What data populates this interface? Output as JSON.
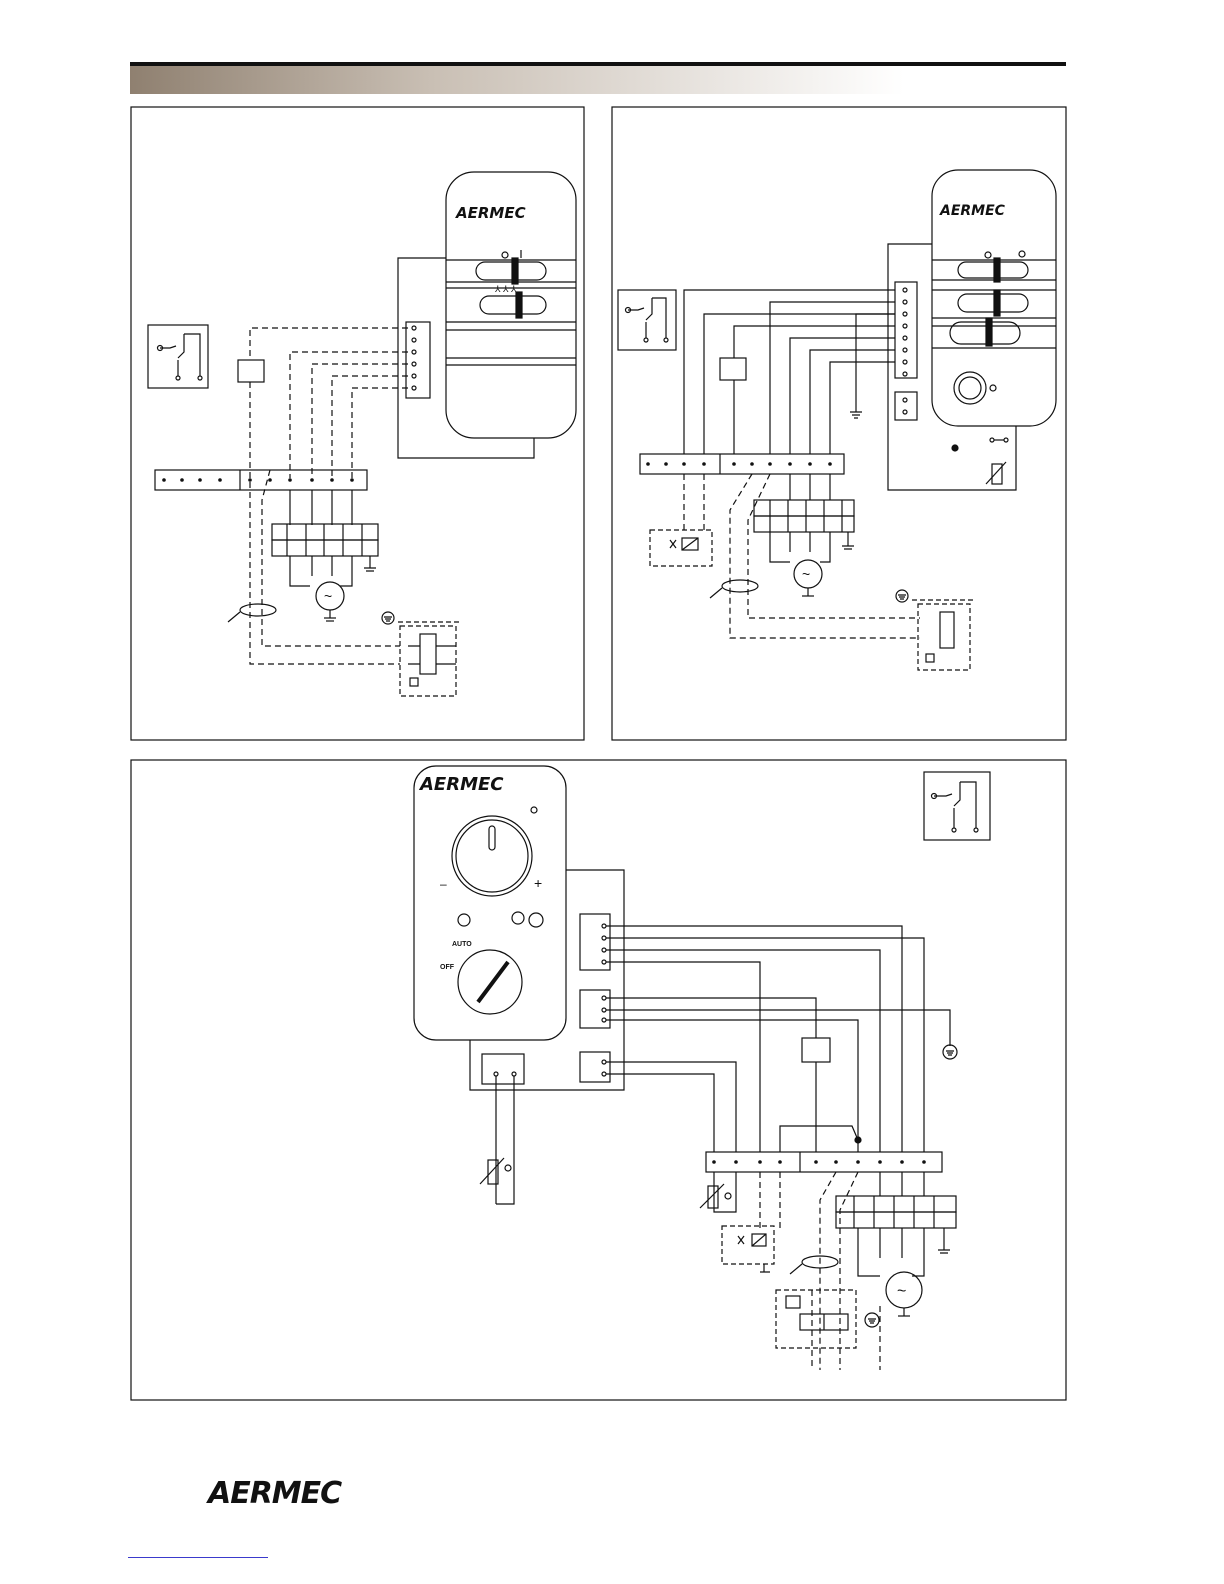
{
  "brand": {
    "logo_text": "AERMEC",
    "footer_logo_text": "AERMEC"
  },
  "colors": {
    "ink": "#111111",
    "header_gradient_start": "#b8ada0",
    "header_gradient_end": "#ffffff",
    "footer_link_line": "#3a3acc"
  },
  "panel_top_left": {
    "controller_logo": "AERMEC",
    "switch_on_off": "O I",
    "icons": [
      "thermostat-switch-icon",
      "fan-speed-icons",
      "motor-symbol",
      "earth-symbol",
      "thermal-protector-symbol"
    ]
  },
  "panel_top_right": {
    "controller_logo": "AERMEC",
    "icons": [
      "thermostat-switch-icon",
      "fan-speed-icons",
      "heat-cool-icons",
      "temperature-knob",
      "valve-symbol",
      "motor-symbol",
      "sensor-symbol",
      "earth-symbol"
    ]
  },
  "panel_bottom": {
    "controller_logo": "AERMEC",
    "knob_min": "–",
    "knob_max": "+",
    "mode_auto": "AUTO",
    "mode_off": "OFF",
    "icons": [
      "temperature-dial",
      "fan-mode-dial",
      "sensor-symbol",
      "valve-symbol",
      "motor-symbol",
      "earth-symbol",
      "thermostat-switch-icon"
    ]
  }
}
